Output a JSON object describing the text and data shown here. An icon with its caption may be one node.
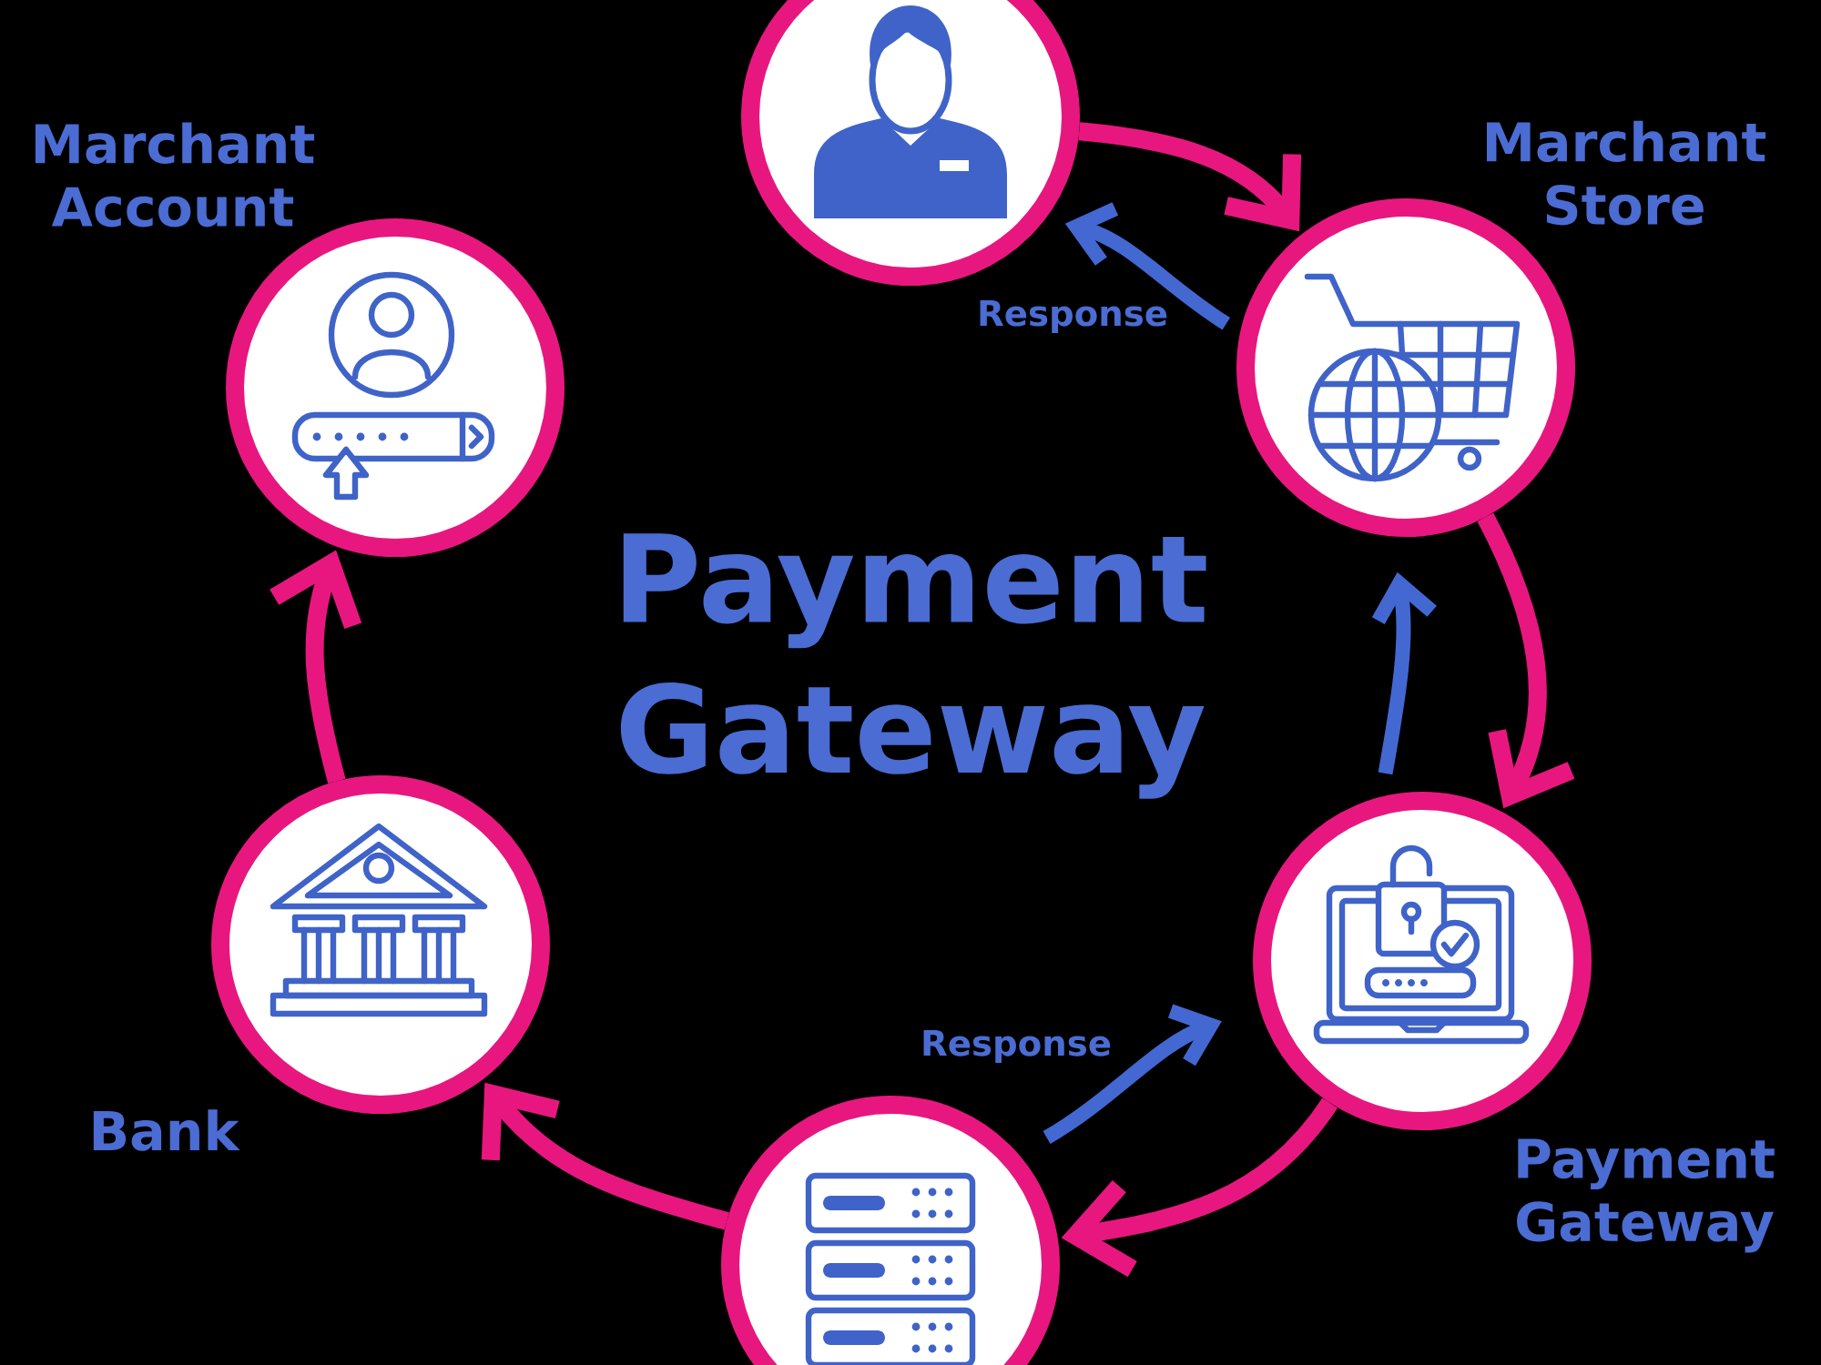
{
  "diagram": {
    "title": "Payment Gateway",
    "nodes": [
      {
        "text": [],
        "shape": "circle"
      },
      {
        "text": [],
        "shape": "circle",
        "beside": [
          "Marchant Store"
        ]
      },
      {
        "text": [],
        "shape": "circle",
        "beside": [
          "Payment Gateway"
        ]
      },
      {
        "text": [],
        "shape": "circle"
      },
      {
        "text": [],
        "shape": "circle",
        "beside": [
          "Bank"
        ]
      },
      {
        "text": [],
        "shape": "circle",
        "beside": [
          "Marchant Account"
        ]
      }
    ],
    "edges": [
      {
        "from": 0,
        "to": 1,
        "arrow": "to"
      },
      {
        "from": 1,
        "to": 2,
        "arrow": "to"
      },
      {
        "from": 2,
        "to": 3,
        "arrow": "to"
      },
      {
        "from": 3,
        "to": 4,
        "arrow": "to"
      },
      {
        "from": 4,
        "to": 5,
        "arrow": "to"
      },
      {
        "from": 1,
        "to": 0,
        "arrow": "to",
        "label": "Response",
        "color": "#4368d2"
      },
      {
        "from": 2,
        "to": 1,
        "arrow": "to",
        "color": "#4368d2"
      },
      {
        "from": 3,
        "to": 2,
        "arrow": "to",
        "label": "Response",
        "color": "#4368d2"
      }
    ]
  }
}
